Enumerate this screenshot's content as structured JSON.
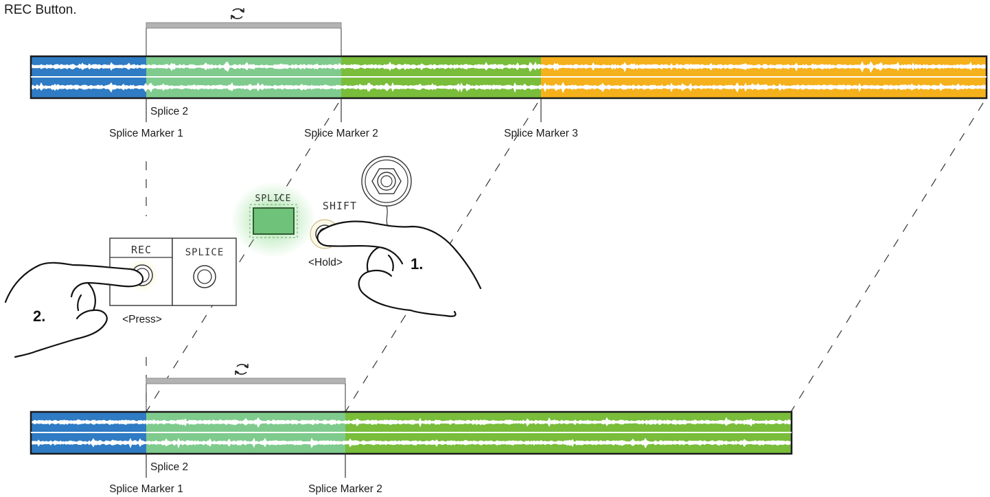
{
  "caption": "REC Button.",
  "top_strip": {
    "segments": [
      {
        "name": "blue",
        "color": "#2f7bc4"
      },
      {
        "name": "light-green",
        "color": "#7fcb8e"
      },
      {
        "name": "green",
        "color": "#79bd3b"
      },
      {
        "name": "orange",
        "color": "#f5b11c"
      }
    ],
    "current_splice_label": "Splice 2",
    "markers": [
      "Splice Marker 1",
      "Splice Marker 2",
      "Splice Marker 3"
    ]
  },
  "bottom_strip": {
    "segments": [
      {
        "name": "blue",
        "color": "#2f7bc4"
      },
      {
        "name": "light-green",
        "color": "#7fcb8e"
      },
      {
        "name": "green",
        "color": "#79bd3b"
      }
    ],
    "current_splice_label": "Splice 2",
    "markers": [
      "Splice Marker 1",
      "Splice Marker 2"
    ]
  },
  "loop_icon": "loop-arrows-icon",
  "controls": {
    "rec_button": {
      "label": "REC",
      "action": "<Press>"
    },
    "splice_button": {
      "label": "SPLICE"
    },
    "splice_led": {
      "label": "SPLICE",
      "color": "#6fc27a"
    },
    "shift_button": {
      "label": "SHIFT",
      "action": "<Hold>"
    },
    "jack": {
      "icon": "audio-jack-icon"
    }
  },
  "steps": {
    "first": "1.",
    "second": "2."
  }
}
